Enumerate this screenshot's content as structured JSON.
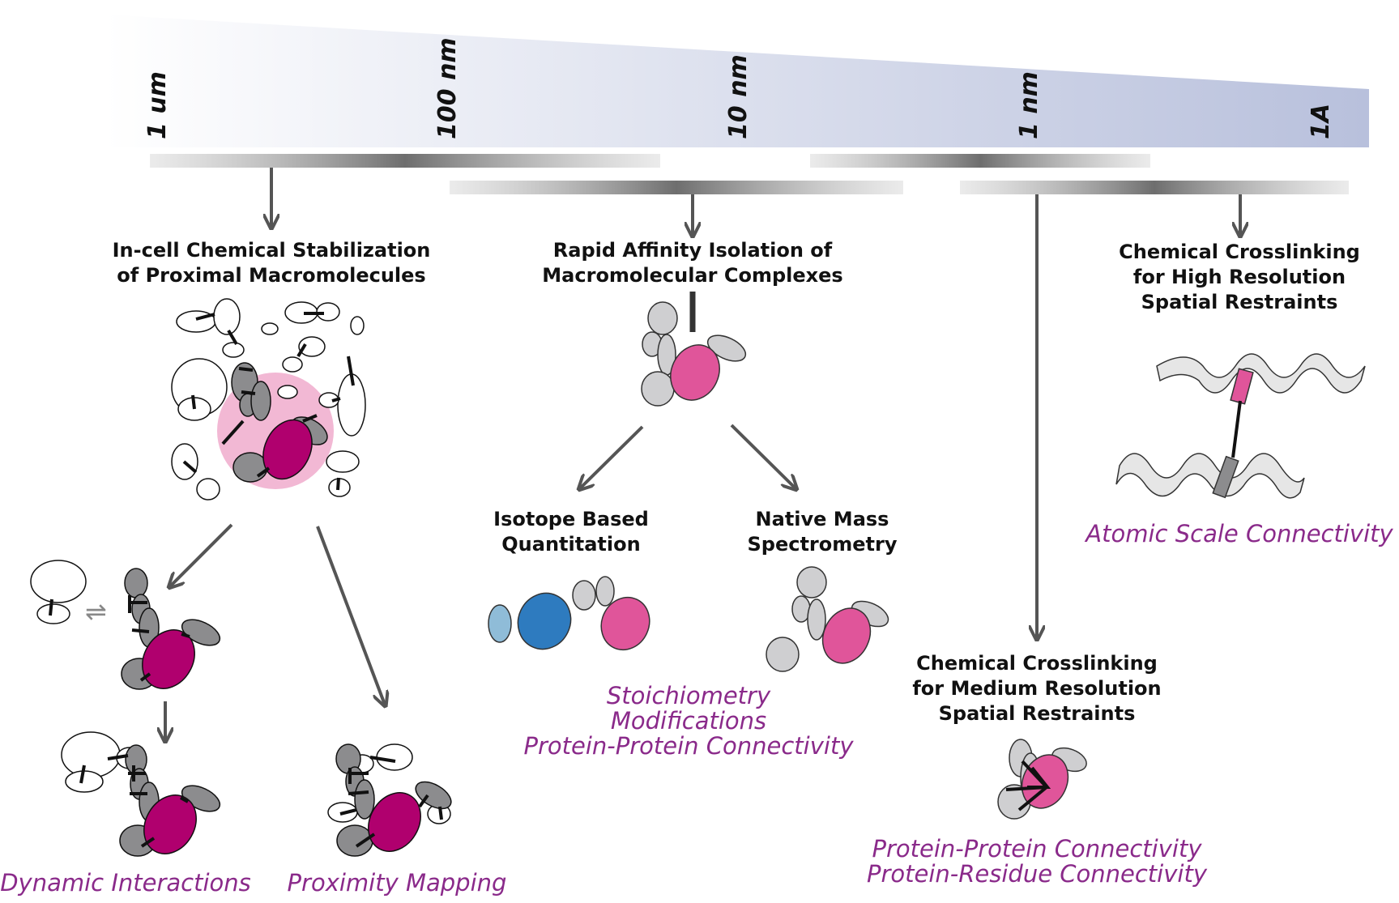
{
  "scale": {
    "ticks": [
      "1 um",
      "100 nm",
      "10 nm",
      "1 nm",
      "1A"
    ],
    "gradient_start": "#ffffff",
    "gradient_end": "#b8c0dc"
  },
  "colors": {
    "magenta": "#b0006e",
    "pink": "#e0559a",
    "halo": "#f2b8d4",
    "gray": "#8c8c8e",
    "light_gray": "#cfcfd1",
    "blue": "#2e7bbf",
    "light_blue": "#8fbcd8",
    "arrow": "#555555",
    "result_text": "#8a2a8a"
  },
  "sections": {
    "incell": {
      "heading_line1": "In-cell Chemical Stabilization",
      "heading_line2": "of Proximal Macromolecules"
    },
    "affinity": {
      "heading_line1": "Rapid Affinity Isolation of",
      "heading_line2": "Macromolecular Complexes"
    },
    "isotope": {
      "heading_line1": "Isotope Based",
      "heading_line2": "Quantitation"
    },
    "native": {
      "heading_line1": "Native Mass",
      "heading_line2": "Spectrometry"
    },
    "medium": {
      "heading_line1": "Chemical Crosslinking",
      "heading_line2": "for Medium Resolution",
      "heading_line3": "Spatial Restraints"
    },
    "high": {
      "heading_line1": "Chemical Crosslinking",
      "heading_line2": "for High Resolution",
      "heading_line3": "Spatial Restraints"
    }
  },
  "results": {
    "dynamic": "Dynamic Interactions",
    "proximity": "Proximity Mapping",
    "affinity_line1": "Stoichiometry",
    "affinity_line2": "Modifications",
    "affinity_line3": "Protein-Protein Connectivity",
    "medium_line1": "Protein-Protein Connectivity",
    "medium_line2": "Protein-Residue Connectivity",
    "atomic": "Atomic Scale Connectivity"
  }
}
